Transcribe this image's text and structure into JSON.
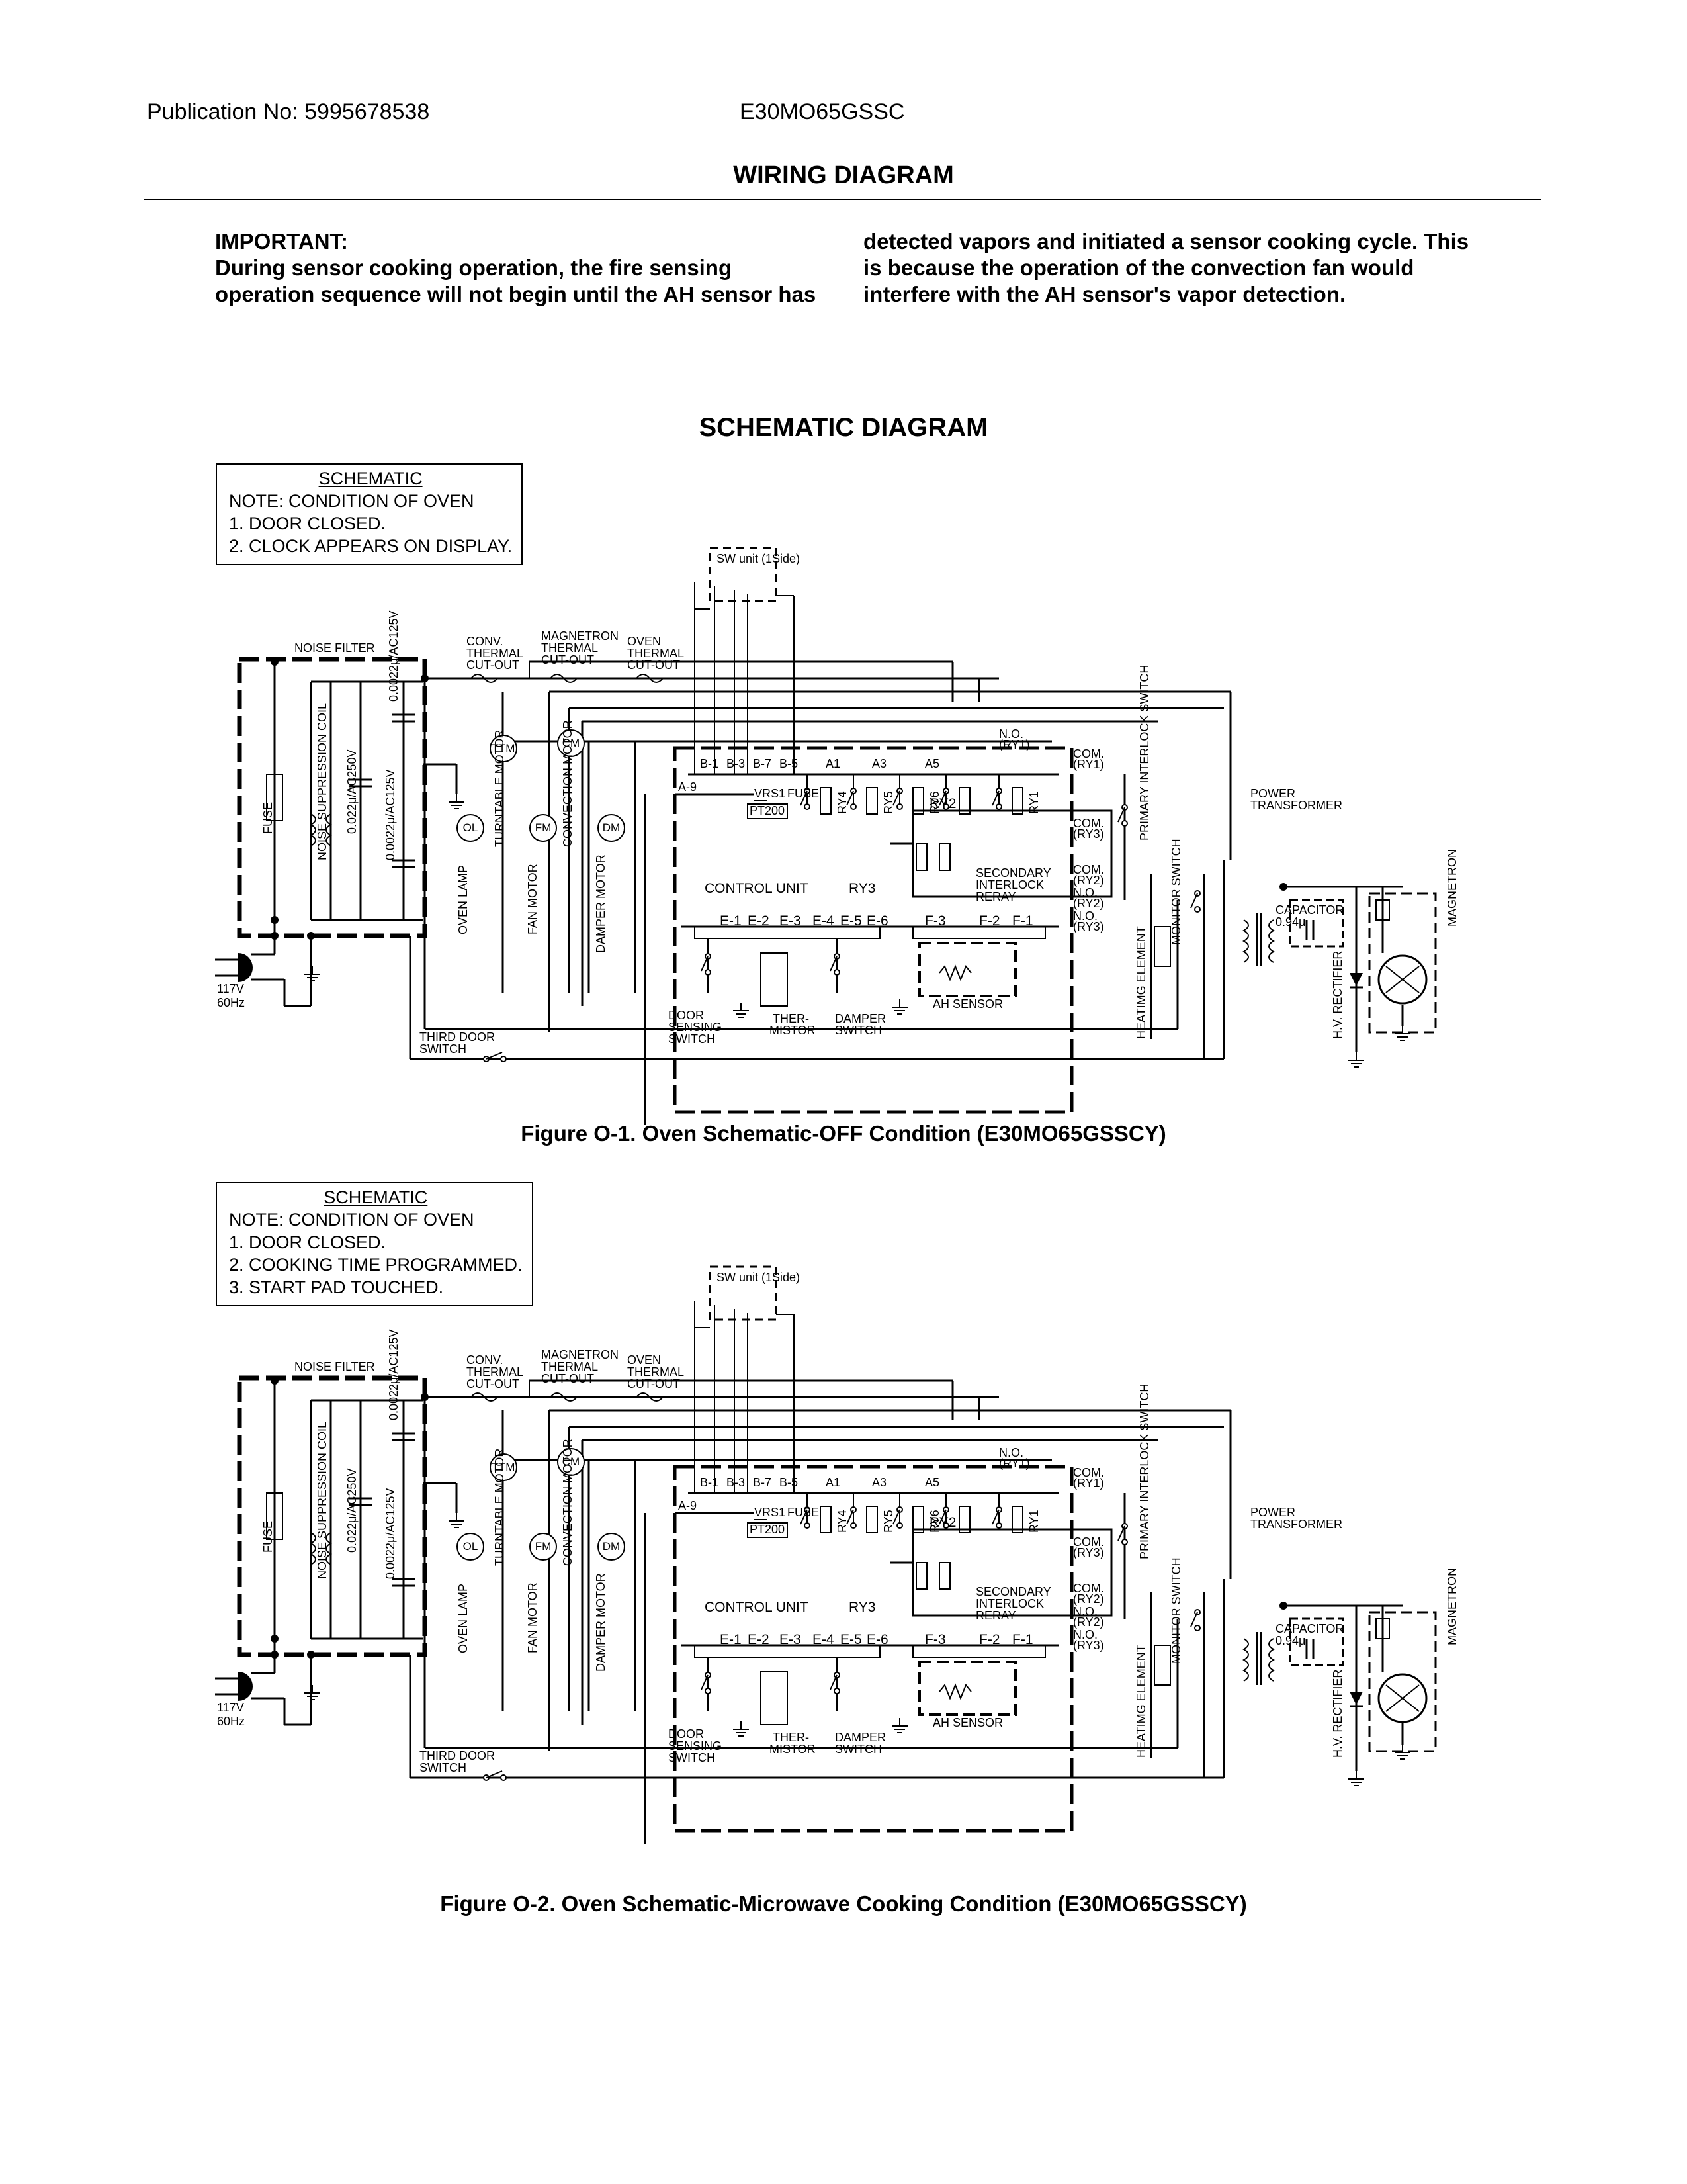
{
  "header": {
    "publication": "Publication No: 5995678538",
    "model": "E30MO65GSSC",
    "title": "WIRING DIAGRAM"
  },
  "important": {
    "heading": "IMPORTANT:",
    "left": "During sensor cooking operation, the fire sensing operation sequence will not begin until the AH sensor has",
    "right": "detected vapors and initiated a sensor cooking cycle. This is because the operation of the convection fan would interfere with the AH sensor's vapor detection."
  },
  "schematic_title": "SCHEMATIC DIAGRAM",
  "figures": [
    {
      "note_title": "SCHEMATIC",
      "note_lines": [
        "NOTE: CONDITION OF OVEN",
        "1.   DOOR CLOSED.",
        "2.   CLOCK APPEARS ON DISPLAY."
      ],
      "caption": "Figure O-1. Oven Schematic-OFF Condition (E30MO65GSSCY)"
    },
    {
      "note_title": "SCHEMATIC",
      "note_lines": [
        "NOTE: CONDITION OF OVEN",
        "1.   DOOR CLOSED.",
        "2.   COOKING TIME PROGRAMMED.",
        "3.   START PAD TOUCHED."
      ],
      "caption": "Figure O-2. Oven Schematic-Microwave Cooking Condition (E30MO65GSSCY)"
    }
  ],
  "labels": {
    "noise_filter": "NOISE FILTER",
    "fuse": "FUSE",
    "coil": "NOISE SUPPRESSION COIL",
    "cap1": "0.022μ/AC250V",
    "cap2": "0.0022μ/AC125V",
    "cap3": "0.0022μ/AC125V",
    "cap4": "0.0022μ/AC125V",
    "volt": "117V",
    "freq": "60Hz",
    "conv": "CONV.",
    "thermal": "THERMAL",
    "cutout": "CUT-OUT",
    "magnetron_t": "MAGNETRON",
    "oven_t": "OVEN",
    "ttm": "TTM",
    "cm": "CM",
    "ol": "OL",
    "fm": "FM",
    "dm": "DM",
    "turntable_motor": "TURNTABLE MOTOR",
    "convection_motor": "CONVECTION MOTOR",
    "oven_lamp": "OVEN LAMP",
    "fan_motor": "FAN MOTOR",
    "damper_motor": "DAMPER MOTOR",
    "third_door": "THIRD DOOR",
    "switch": "SWITCH",
    "control_unit": "CONTROL UNIT",
    "sw_unit": "SW unit (1Side)",
    "a9": "A-9",
    "b1": "B-1",
    "b3": "B-3",
    "b7": "B-7",
    "b5": "B-5",
    "a1": "A1",
    "a3": "A3",
    "a5": "A5",
    "ry4": "RY4",
    "ry5": "RY5",
    "ry6": "RY6",
    "ry1": "RY1",
    "ry2": "RY2",
    "ry3": "RY3",
    "no_ry1": "N.O.",
    "ry1p": "(RY1)",
    "com": "COM.",
    "ry3p": "(RY3)",
    "ry2p": "(RY2)",
    "pt200": "PT200",
    "vrs1": "VRS1",
    "fuse_s": "FUSE",
    "secondary": "SECONDARY",
    "interlock": "INTERLOCK",
    "reray": "RERAY",
    "no": "N.O.",
    "e1": "E-1",
    "e2": "E-2",
    "e3": "E-3",
    "e4": "E-4",
    "e5": "E-5",
    "e6": "E-6",
    "f3": "F-3",
    "f2": "F-2",
    "f1": "F-1",
    "door": "DOOR",
    "sensing": "SENSING",
    "ther": "THER-",
    "mistor": "MISTOR",
    "damper": "DAMPER",
    "ah_sensor": "AH SENSOR",
    "primary": "PRIMARY INTERLOCK SWITCH",
    "monitor": "MONITOR SWITCH",
    "heating": "HEATIMG ELEMENT",
    "power": "POWER",
    "transformer": "TRANSFORMER",
    "capacitor": "CAPACITOR",
    "cap_val": "0.94μ",
    "hv": "H.V. RECTIFIER",
    "magnetron": "MAGNETRON"
  }
}
